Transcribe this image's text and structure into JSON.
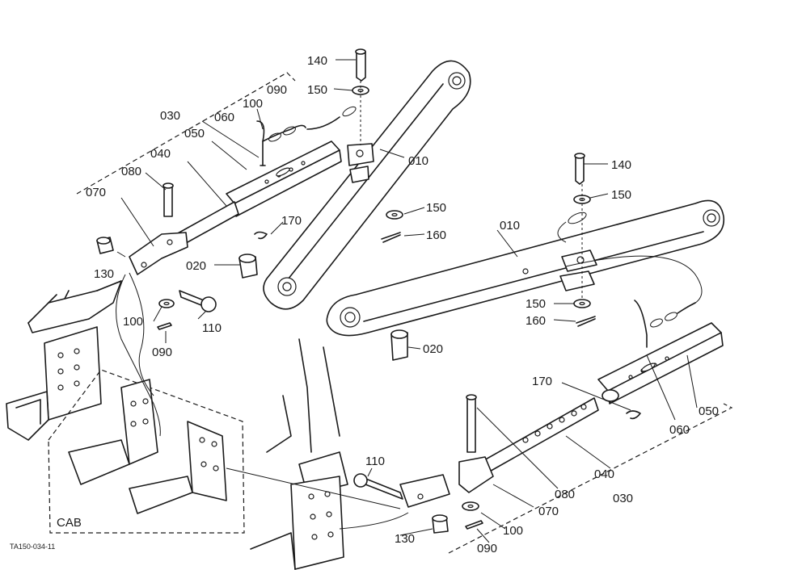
{
  "part_labels": {
    "p140a": "140",
    "p150a": "150",
    "p090a": "090",
    "p100a": "100",
    "p030a": "030",
    "p060a": "060",
    "p050a": "050",
    "p040a": "040",
    "p080a": "080",
    "p070a": "070",
    "p010a": "010",
    "p150b": "150",
    "p160a": "160",
    "p170a": "170",
    "p020a": "020",
    "p130a": "130",
    "p100b": "100",
    "p110a": "110",
    "p090b": "090",
    "p140b": "140",
    "p150c": "150",
    "p010b": "010",
    "p150d": "150",
    "p160b": "160",
    "p020b": "020",
    "p170b": "170",
    "p050b": "050",
    "p060b": "060",
    "p040b": "040",
    "p110b": "110",
    "p080b": "080",
    "p030b": "030",
    "p070b": "070",
    "p100c": "100",
    "p130b": "130",
    "p090c": "090"
  },
  "cab_label": "CAB",
  "drawing_code": "TA150-034-11"
}
